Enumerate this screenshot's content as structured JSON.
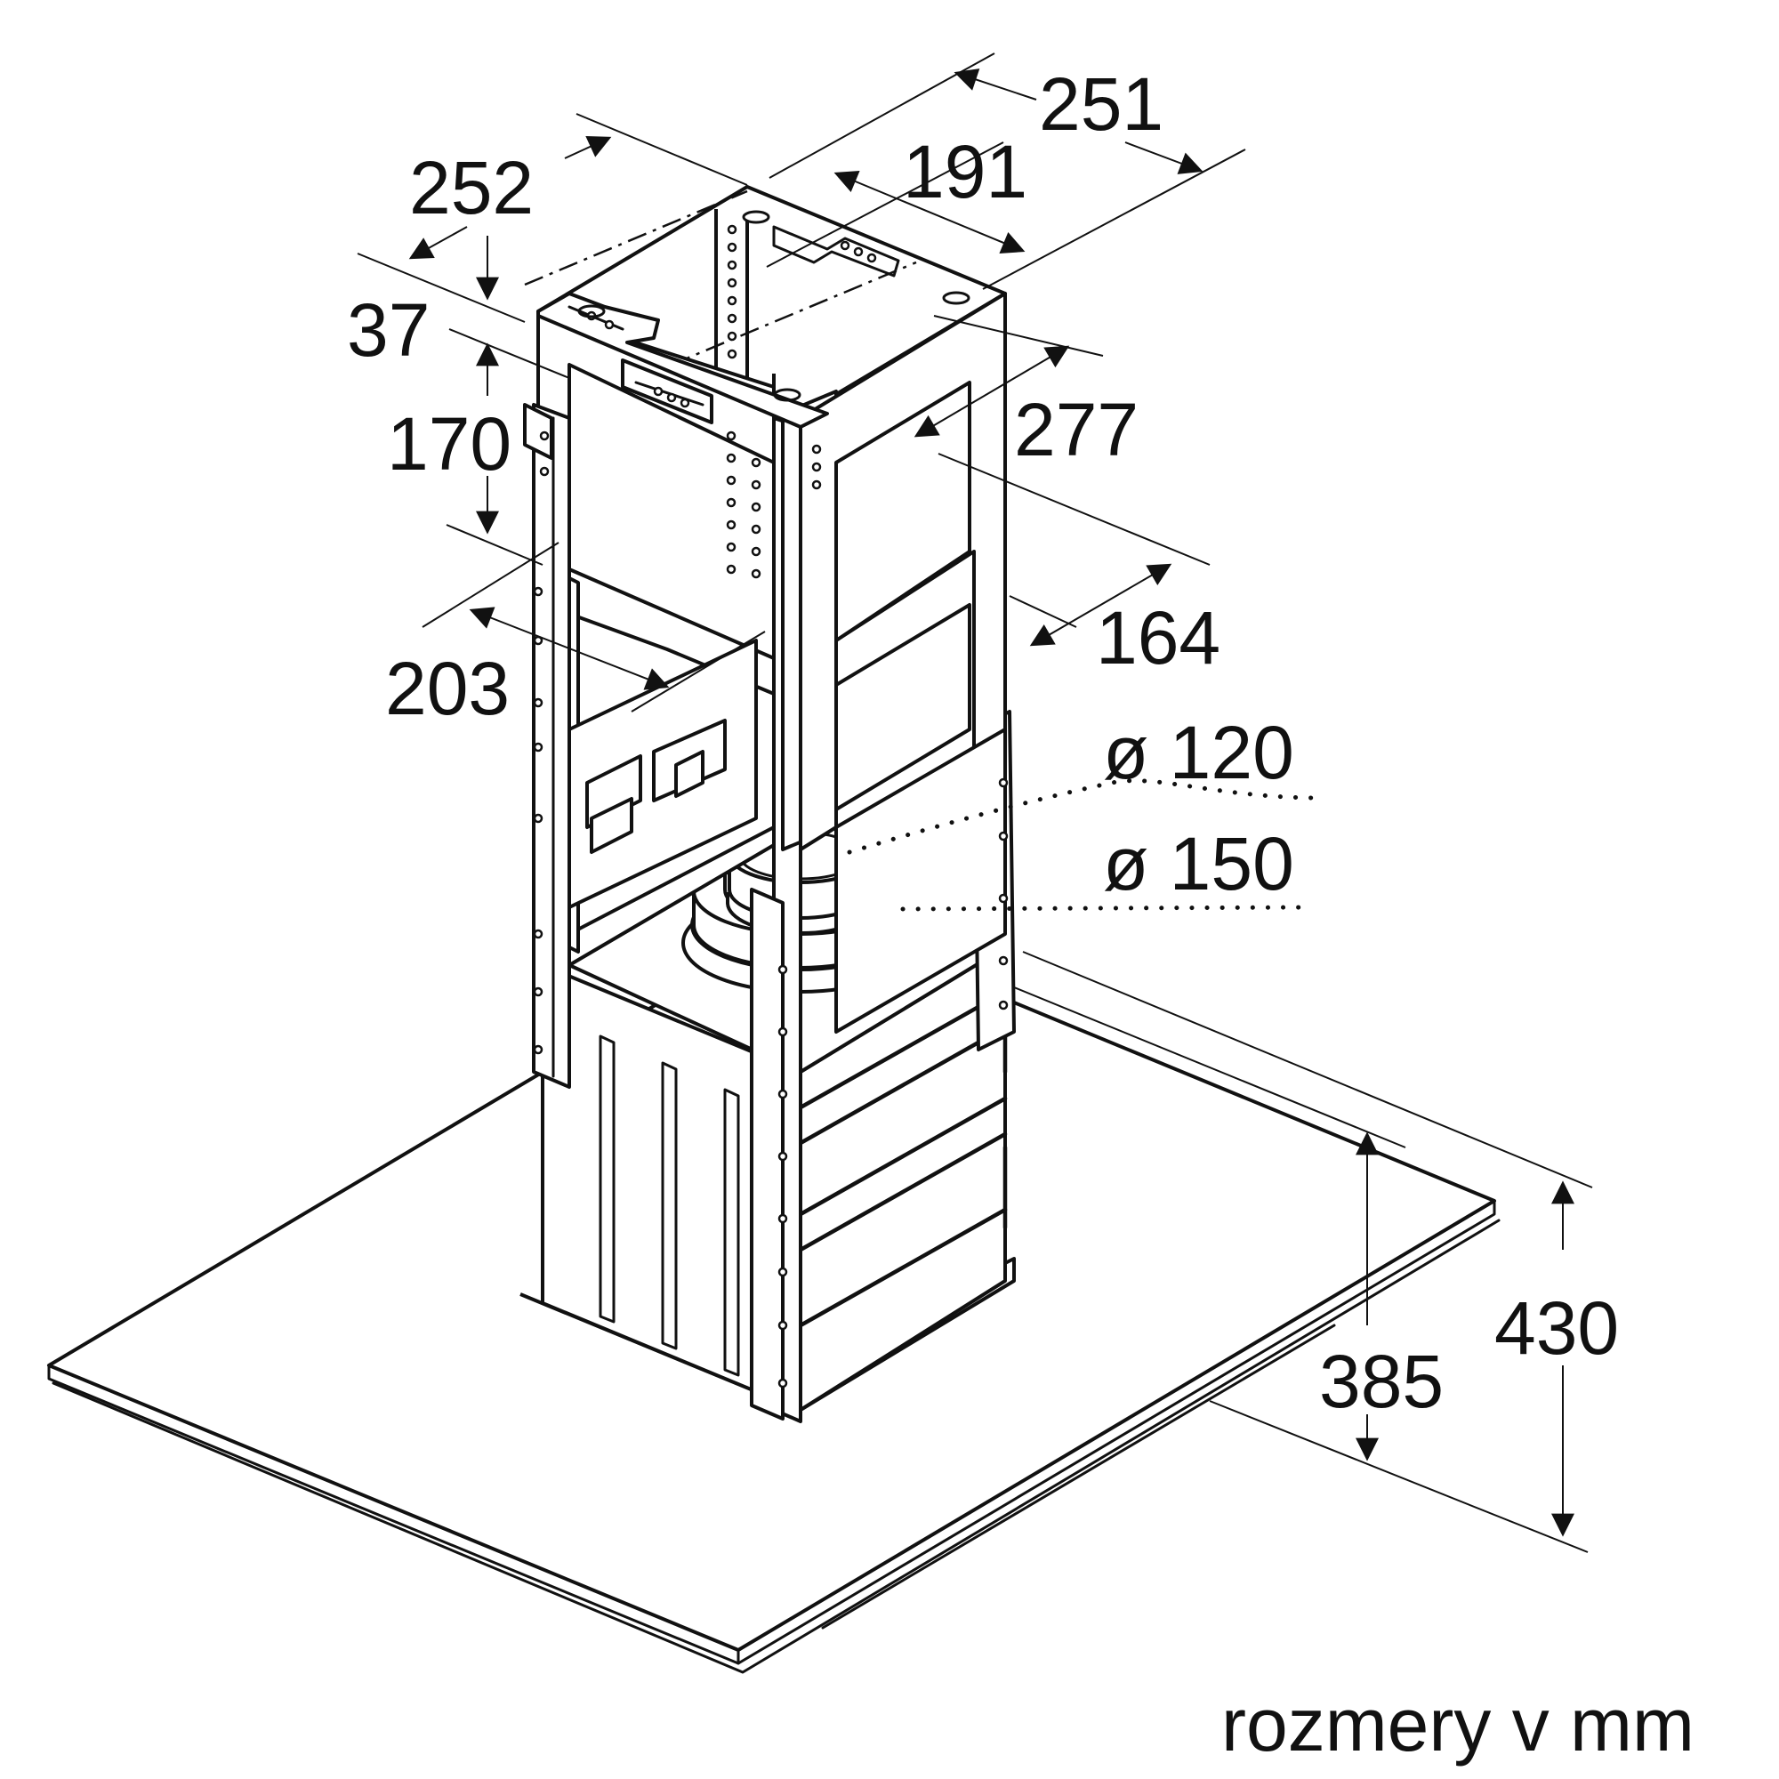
{
  "dimensions": {
    "d251": "251",
    "d191": "191",
    "d252": "252",
    "d37": "37",
    "d170": "170",
    "d277": "277",
    "d164": "164",
    "d203": "203",
    "dia120": "ø 120",
    "dia150": "ø 150",
    "d430": "430",
    "d385": "385"
  },
  "units_note": "rozmery v mm",
  "colors": {
    "line": "#111111",
    "background": "#ffffff"
  }
}
